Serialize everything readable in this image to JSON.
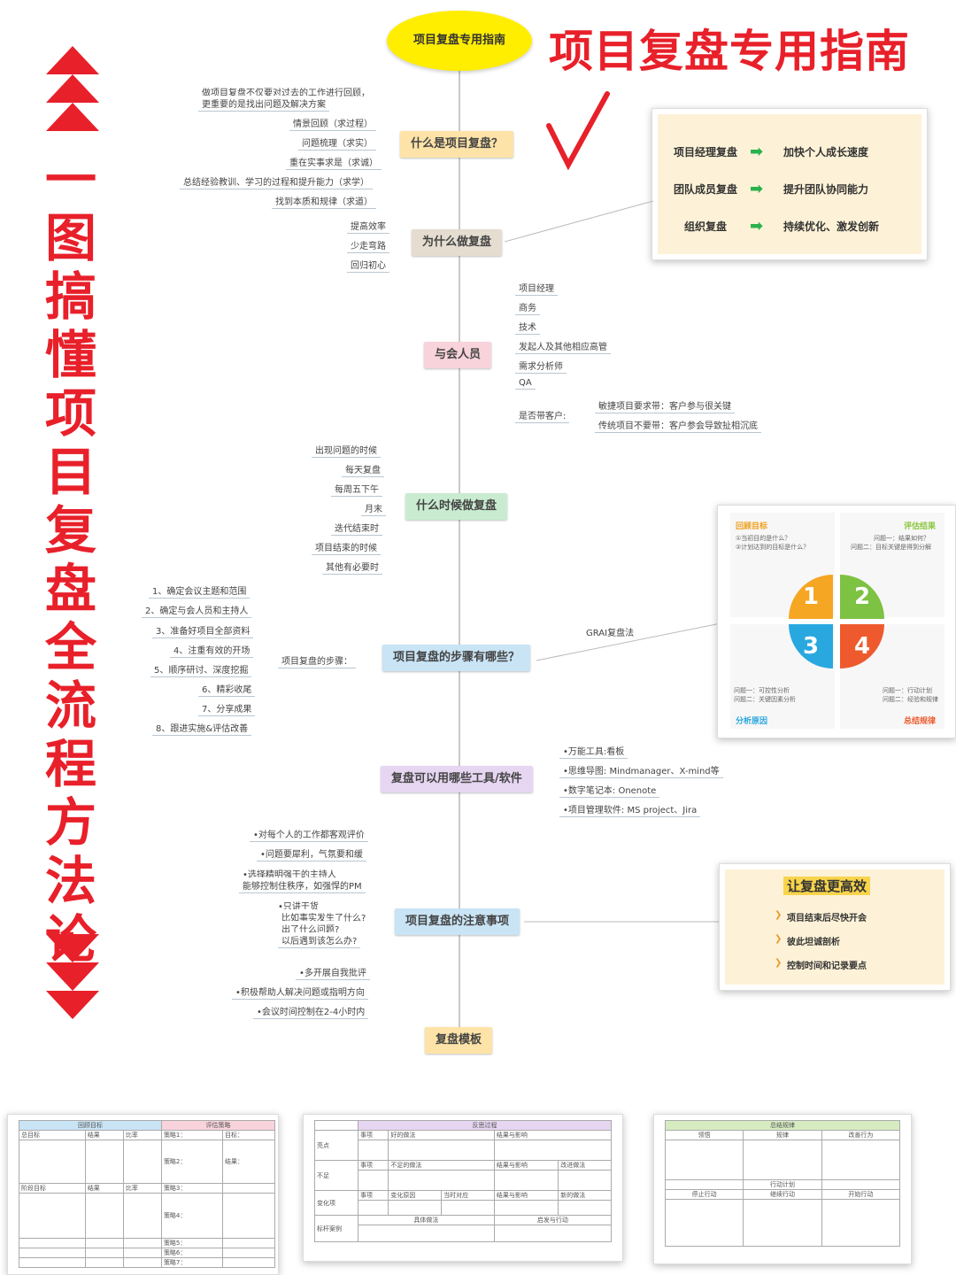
{
  "title_vertical": "一图搞懂 项目复盘全流程方法论",
  "center": {
    "label": "项目复盘专用指南"
  },
  "red_title": "项目复盘专用指南",
  "branches": {
    "what": {
      "label": "什么是项目复盘？",
      "items": [
        "做项目复盘不仅要对过去的工作进行回顾，",
        "更重要的是找出问题及解决方案",
        "情景回顾（求过程）",
        "问题梳理（求实）",
        "重在实事求是（求诚）",
        "总结经验教训、学习的过程和提升能力（求学）",
        "找到本质和规律（求道）"
      ]
    },
    "why": {
      "label": "为什么做复盘",
      "items": [
        "提高效率",
        "少走弯路",
        "回归初心"
      ],
      "card": {
        "rows": [
          {
            "left": "项目经理复盘",
            "right": "加快个人成长速度"
          },
          {
            "left": "团队成员复盘",
            "right": "提升团队协同能力"
          },
          {
            "left": "组织复盘",
            "right": "持续优化、激发创新"
          }
        ]
      }
    },
    "who": {
      "label": "与会人员",
      "items": [
        "项目经理",
        "商务",
        "技术",
        "发起人及其他相应高管",
        "需求分析师",
        "QA",
        "是否带客户:"
      ],
      "client": [
        "敏捷项目要求带：客户参与很关键",
        "传统项目不要带：客户参会导致扯相沉底"
      ]
    },
    "when": {
      "label": "什么时候做复盘",
      "items": [
        "出现问题的时候",
        "每天复盘",
        "每周五下午",
        "月末",
        "迭代结束时",
        "项目结束的时候",
        "其他有必要时"
      ]
    },
    "steps": {
      "label": "项目复盘的步骤有哪些？",
      "sub": "项目复盘的步骤：",
      "items": [
        "1、确定会议主题和范围",
        "2、确定与会人员和主持人",
        "3、准备好项目全部资料",
        "4、注重有效的开场",
        "5、顺序研讨、深度挖掘",
        "6、精彩收尾",
        "7、分享成果",
        "8、跟进实施&评估改善"
      ],
      "grai": {
        "label": "GRAI复盘法",
        "q1_title": "回顾目标",
        "q1_lines": [
          "①当初目的是什么？",
          "②计划达到的目标是什么？"
        ],
        "q2_title": "评估结果",
        "q2_lines": [
          "问题一：结果如何？",
          "问题二：目标关键是得到分解"
        ],
        "q3_title": "分析原因",
        "q3_lines": [
          "问题一：可控性分析",
          "问题二：关键因素分析"
        ],
        "q4_title": "总结规律",
        "q4_lines": [
          "问题一：行动计划",
          "问题二：经验和规律"
        ],
        "n1": "1",
        "n2": "2",
        "n3": "3",
        "n4": "4"
      }
    },
    "tools": {
      "label": "复盘可以用哪些工具/软件",
      "items": [
        "•万能工具:看板",
        "•思维导图: Mindmanager、X-mind等",
        "•数字笔记本: Onenote",
        "•项目管理软件: MS project、Jira"
      ]
    },
    "notes": {
      "label": "项目复盘的注意事项",
      "items": [
        "•对每个人的工作都客观评价",
        "•问题要犀利，气氛要和缓",
        "•选择精明强干的主持人",
        "能够控制住秩序，如强悍的PM",
        "•只讲干货",
        "比如事实发生了什么?",
        "出了什么问题?",
        "以后遇到该怎么办?",
        "•多开展自我批评",
        "•积极帮助人解决问题或指明方向",
        "•会议时间控制在2-4小时内"
      ],
      "card": {
        "title": "让复盘更高效",
        "items": [
          "项目结束后尽快开会",
          "彼此坦诚剖析",
          "控制时间和记录要点"
        ]
      }
    },
    "template": {
      "label": "复盘模板"
    }
  },
  "templates": {
    "t1": {
      "h1": "回顾目标",
      "h2": "评估策略",
      "cols": [
        "总目标",
        "结果",
        "比率"
      ],
      "cols2": [
        "阶段目标",
        "结果",
        "比率"
      ],
      "strategies": [
        "策略1：",
        "策略2：",
        "策略3：",
        "策略4：",
        "策略5：",
        "策略6：",
        "策略7："
      ],
      "goal": "目标：",
      "result": "结果："
    },
    "t2": {
      "title": "反思过程",
      "rows": [
        "亮点",
        "不足",
        "变化项",
        "标杆案例"
      ],
      "r1": [
        "事项",
        "好的做法",
        "结果与影响"
      ],
      "r2": [
        "事项",
        "不足的做法",
        "结果与影响",
        "改进做法"
      ],
      "r3": [
        "事项",
        "变化原因",
        "当时对应",
        "结果与影响",
        "新的做法"
      ],
      "r4": [
        "具体做法",
        "启发与行动"
      ]
    },
    "t3": {
      "title": "总结规律",
      "cols": [
        "领悟",
        "规律",
        "改善行为"
      ],
      "title2": "行动计划",
      "cols2": [
        "停止行动",
        "继续行动",
        "开始行动"
      ]
    }
  },
  "colors": {
    "red": "#e8202a",
    "yellow": "#ffee00",
    "orange_topic": "#fde3a7",
    "green_topic": "#c9ecd0",
    "pink_topic": "#f9d3dc",
    "blue_topic": "#c9e4f5",
    "purple_topic": "#e6d6f2",
    "tan_topic": "#e4ddd0"
  }
}
